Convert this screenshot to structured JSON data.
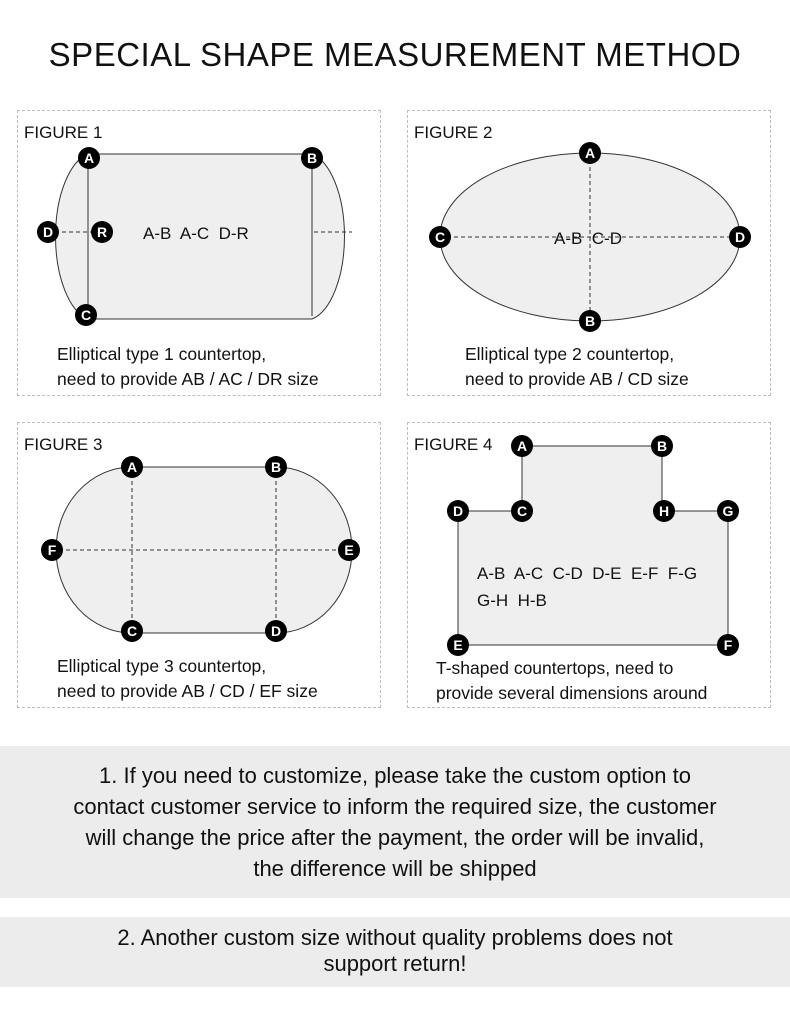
{
  "title": "SPECIAL SHAPE MEASUREMENT METHOD",
  "figures": [
    {
      "label": "FIGURE 1",
      "dims": "A-B  A-C  D-R",
      "points": [
        "A",
        "B",
        "C",
        "D",
        "R"
      ],
      "caption": [
        "Elliptical type 1 countertop,",
        "need to provide AB / AC / DR size"
      ]
    },
    {
      "label": "FIGURE 2",
      "dims": "A-B  C-D",
      "points": [
        "A",
        "B",
        "C",
        "D"
      ],
      "caption": [
        "Elliptical type 2 countertop,",
        "need to provide AB / CD size"
      ]
    },
    {
      "label": "FIGURE 3",
      "dims": "",
      "points": [
        "A",
        "B",
        "C",
        "D",
        "E",
        "F"
      ],
      "caption": [
        "Elliptical type 3 countertop,",
        "need to provide AB / CD / EF size"
      ]
    },
    {
      "label": "FIGURE 4",
      "dims": [
        "A-B  A-C  C-D  D-E  E-F  F-G",
        "G-H  H-B"
      ],
      "points": [
        "A",
        "B",
        "C",
        "D",
        "E",
        "F",
        "G",
        "H"
      ],
      "caption": [
        "T-shaped countertops, need to",
        "provide several dimensions around"
      ]
    }
  ],
  "notes": [
    [
      "1. If you need to customize, please take the custom option to",
      "contact customer service to inform the required size, the customer",
      "will change the price after the payment, the order will be invalid,",
      "the difference will be shipped"
    ],
    [
      "2. Another custom size without quality problems does not",
      "support return!"
    ]
  ],
  "colors": {
    "shape_fill": "#efefef",
    "shape_stroke": "#333333",
    "point_fill": "#000000",
    "note_bg": "#ececec"
  }
}
